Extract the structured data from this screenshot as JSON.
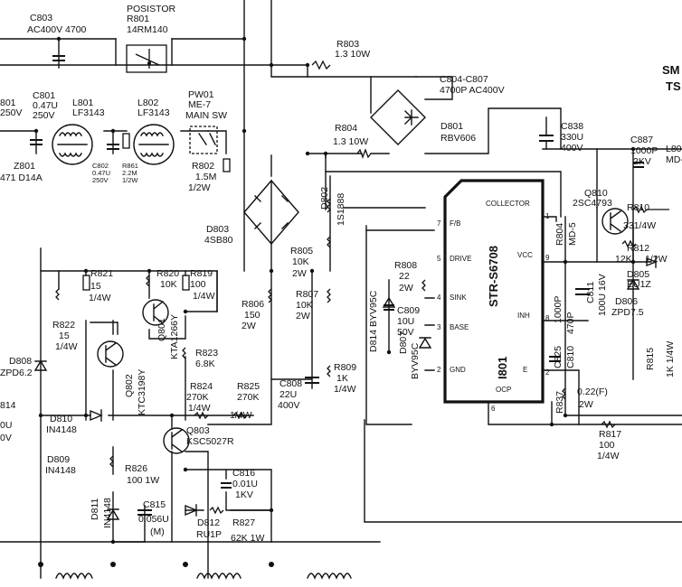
{
  "labels": [
    {
      "id": "c803_ref",
      "text": "C803"
    },
    {
      "id": "c803_val",
      "text": "AC400V 4700"
    },
    {
      "id": "posistor",
      "text": "POSISTOR"
    },
    {
      "id": "r801_ref",
      "text": "R801"
    },
    {
      "id": "r801_val",
      "text": "14RM140"
    },
    {
      "id": "r803_ref",
      "text": "R803"
    },
    {
      "id": "r803_val",
      "text": "1.3 10W"
    },
    {
      "id": "c804_ref",
      "text": "C804-C807"
    },
    {
      "id": "c804_val",
      "text": "4700P AC400V"
    },
    {
      "id": "sm_cut",
      "text": "SM"
    },
    {
      "id": "ts_cut",
      "text": "TS"
    },
    {
      "id": "l801_ref",
      "text": "L801"
    },
    {
      "id": "l801_val",
      "text": "LF3143"
    },
    {
      "id": "l802_ref",
      "text": "L802"
    },
    {
      "id": "l802_val",
      "text": "LF3143"
    },
    {
      "id": "c801_ref",
      "text": "C801"
    },
    {
      "id": "c801_v1",
      "text": "0.47U"
    },
    {
      "id": "c801_v2",
      "text": "250V"
    },
    {
      "id": "left_cut1",
      "text": "801"
    },
    {
      "id": "left_cut2",
      "text": "250V"
    },
    {
      "id": "pw01_ref",
      "text": "PW01"
    },
    {
      "id": "pw01_v1",
      "text": "ME-7"
    },
    {
      "id": "pw01_v2",
      "text": "MAIN SW"
    },
    {
      "id": "c802_ref",
      "text": "C802"
    },
    {
      "id": "c802_v1",
      "text": "0.47U"
    },
    {
      "id": "c802_v2",
      "text": "250V"
    },
    {
      "id": "r861_ref",
      "text": "R861"
    },
    {
      "id": "r861_v1",
      "text": "2.2M"
    },
    {
      "id": "r861_v2",
      "text": "1/2W"
    },
    {
      "id": "r802_ref",
      "text": "R802"
    },
    {
      "id": "r802_v1",
      "text": "1.5M"
    },
    {
      "id": "r802_v2",
      "text": "1/2W"
    },
    {
      "id": "z801_ref",
      "text": "Z801"
    },
    {
      "id": "z801_val",
      "text": "471 D14A"
    },
    {
      "id": "r804_ref",
      "text": "R804"
    },
    {
      "id": "r804_val",
      "text": "1.3 10W"
    },
    {
      "id": "d801_ref",
      "text": "D801"
    },
    {
      "id": "d801_val",
      "text": "RBV606"
    },
    {
      "id": "c838_ref",
      "text": "C838"
    },
    {
      "id": "c838_v1",
      "text": "330U"
    },
    {
      "id": "c838_v2",
      "text": "400V"
    },
    {
      "id": "c887_ref",
      "text": "C887"
    },
    {
      "id": "c887_v1",
      "text": "1000P"
    },
    {
      "id": "c887_v2",
      "text": "2KV"
    },
    {
      "id": "l80_cut",
      "text": "L80"
    },
    {
      "id": "md_cut",
      "text": "MD-"
    },
    {
      "id": "q810_ref",
      "text": "Q810"
    },
    {
      "id": "q810_val",
      "text": "2SC4793"
    },
    {
      "id": "r810_ref",
      "text": "R810"
    },
    {
      "id": "r810_val",
      "text": "331/4W"
    },
    {
      "id": "r812_ref",
      "text": "R812"
    },
    {
      "id": "r812_val",
      "text": "12K"
    },
    {
      "id": "r812_w",
      "text": "1/2W"
    },
    {
      "id": "d805_ref",
      "text": "D805"
    },
    {
      "id": "d805_val",
      "text": "EU1Z"
    },
    {
      "id": "d806_ref",
      "text": "D806"
    },
    {
      "id": "d806_val",
      "text": "ZPD7.5"
    },
    {
      "id": "r815_ref",
      "text": "R815"
    },
    {
      "id": "r815_val",
      "text": "1K 1/4W"
    },
    {
      "id": "d803_ref",
      "text": "D803"
    },
    {
      "id": "d803_val",
      "text": "4SB80"
    },
    {
      "id": "d802_ref",
      "text": "D802"
    },
    {
      "id": "d802_val",
      "text": "1S1888"
    },
    {
      "id": "r821_ref",
      "text": "R821"
    },
    {
      "id": "r821_v1",
      "text": "15"
    },
    {
      "id": "r821_v2",
      "text": "1/4W"
    },
    {
      "id": "r820_ref",
      "text": "R820"
    },
    {
      "id": "r820_val",
      "text": "10K"
    },
    {
      "id": "r819_ref",
      "text": "R819"
    },
    {
      "id": "r819_v1",
      "text": "100"
    },
    {
      "id": "r819_v2",
      "text": "1/4W"
    },
    {
      "id": "r805_ref",
      "text": "R805"
    },
    {
      "id": "r805_v1",
      "text": "10K"
    },
    {
      "id": "r805_v2",
      "text": "2W"
    },
    {
      "id": "r808_ref",
      "text": "R808"
    },
    {
      "id": "r808_v1",
      "text": "22"
    },
    {
      "id": "r808_v2",
      "text": "2W"
    },
    {
      "id": "r822_ref",
      "text": "R822"
    },
    {
      "id": "r822_v1",
      "text": "15"
    },
    {
      "id": "r822_v2",
      "text": "1/4W"
    },
    {
      "id": "q801_ref",
      "text": "Q801"
    },
    {
      "id": "q801_val",
      "text": "KTA1266Y"
    },
    {
      "id": "r806_ref",
      "text": "R806"
    },
    {
      "id": "r806_v1",
      "text": "150"
    },
    {
      "id": "r806_v2",
      "text": "2W"
    },
    {
      "id": "r807_ref",
      "text": "R807"
    },
    {
      "id": "r807_v1",
      "text": "10K"
    },
    {
      "id": "r807_v2",
      "text": "2W"
    },
    {
      "id": "d814_ref",
      "text": "D814 BYV95C"
    },
    {
      "id": "c809_ref",
      "text": "C809"
    },
    {
      "id": "c809_v1",
      "text": "10U"
    },
    {
      "id": "c809_v2",
      "text": "50V"
    },
    {
      "id": "r823_ref",
      "text": "R823"
    },
    {
      "id": "r823_val",
      "text": "6.8K"
    },
    {
      "id": "q802_ref",
      "text": "Q802"
    },
    {
      "id": "q802_val",
      "text": "KTC3198Y"
    },
    {
      "id": "d808_ref",
      "text": "D808"
    },
    {
      "id": "d808_val",
      "text": "ZPD6.2"
    },
    {
      "id": "d807_ref",
      "text": "D807"
    },
    {
      "id": "d807_val",
      "text": "BYV95C"
    },
    {
      "id": "r809_ref",
      "text": "R809"
    },
    {
      "id": "r809_v1",
      "text": "1K"
    },
    {
      "id": "r809_v2",
      "text": "1/4W"
    },
    {
      "id": "r824_ref",
      "text": "R824"
    },
    {
      "id": "r824_v1",
      "text": "270K"
    },
    {
      "id": "r824_v2",
      "text": "1/4W"
    },
    {
      "id": "r825_ref",
      "text": "R825"
    },
    {
      "id": "r825_v1",
      "text": "270K"
    },
    {
      "id": "r825_v2",
      "text": "1/4W"
    },
    {
      "id": "c808_ref",
      "text": "C808"
    },
    {
      "id": "c808_v1",
      "text": "22U"
    },
    {
      "id": "c808_v2",
      "text": "400V"
    },
    {
      "id": "d814_left_cut",
      "text": "814"
    },
    {
      "id": "left_0u",
      "text": "0U"
    },
    {
      "id": "left_0v",
      "text": "0V"
    },
    {
      "id": "d810_ref",
      "text": "D810"
    },
    {
      "id": "d810_val",
      "text": "IN4148"
    },
    {
      "id": "q803_ref",
      "text": "Q803"
    },
    {
      "id": "q803_val",
      "text": "KSC5027R"
    },
    {
      "id": "d809_ref",
      "text": "D809"
    },
    {
      "id": "d809_val",
      "text": "IN4148"
    },
    {
      "id": "r826_ref",
      "text": "R826"
    },
    {
      "id": "r826_val",
      "text": "100 1W"
    },
    {
      "id": "c816_ref",
      "text": "C816"
    },
    {
      "id": "c816_v1",
      "text": "0.01U"
    },
    {
      "id": "c816_v2",
      "text": "1KV"
    },
    {
      "id": "d811_ref",
      "text": "D811"
    },
    {
      "id": "d811_val",
      "text": "IN4148"
    },
    {
      "id": "c815_ref",
      "text": "C815"
    },
    {
      "id": "c815_v1",
      "text": "0.056U"
    },
    {
      "id": "c815_v2",
      "text": "(M)"
    },
    {
      "id": "d812_ref",
      "text": "D812"
    },
    {
      "id": "d812_val",
      "text": "RU1P"
    },
    {
      "id": "r827_ref",
      "text": "R827"
    },
    {
      "id": "r827_val",
      "text": "62K 1W"
    },
    {
      "id": "r817_ref",
      "text": "R817"
    },
    {
      "id": "r817_v1",
      "text": "100"
    },
    {
      "id": "r817_v2",
      "text": "1/4W"
    },
    {
      "id": "r804b_ref",
      "text": "R804"
    },
    {
      "id": "r804b_val",
      "text": "MD-5"
    },
    {
      "id": "c811_ref",
      "text": "C811"
    },
    {
      "id": "c811_val",
      "text": "100U 16V"
    },
    {
      "id": "c825_ref",
      "text": "C825"
    },
    {
      "id": "c825_val",
      "text": "1000P"
    },
    {
      "id": "c810_ref",
      "text": "C810"
    },
    {
      "id": "c810_val",
      "text": "470P"
    },
    {
      "id": "r837_ref",
      "text": "R837"
    },
    {
      "id": "r837_v1",
      "text": "0.22(F)"
    },
    {
      "id": "r837_v2",
      "text": "2W"
    }
  ],
  "ic": {
    "ref": "I801",
    "part": "STR-S6708",
    "pins": [
      "COLLECTOR",
      "F/B",
      "DRIVE",
      "SINK",
      "BASE",
      "GND",
      "OCP",
      "VCC",
      "INH",
      "E"
    ],
    "pin_numbers": [
      "1",
      "7",
      "5",
      "4",
      "3",
      "2",
      "6",
      "9",
      "8",
      "2"
    ]
  }
}
